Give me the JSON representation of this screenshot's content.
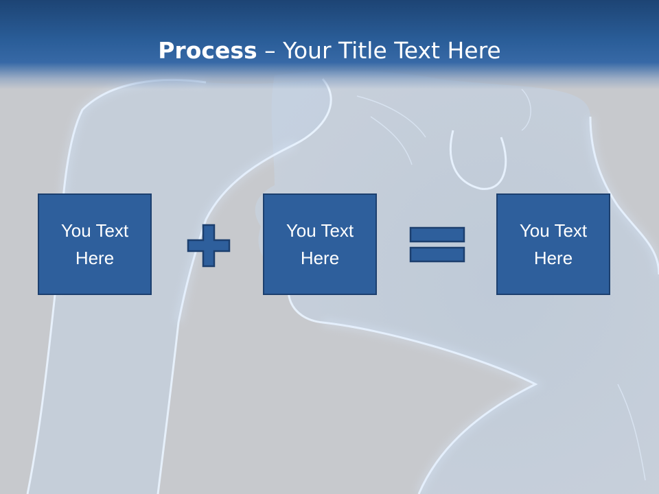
{
  "slide": {
    "title_bold": "Process",
    "title_rest": " – Your Title Text Here",
    "boxes": [
      {
        "text": "You Text Here"
      },
      {
        "text": "You Text Here"
      },
      {
        "text": "You Text Here"
      }
    ],
    "operators": [
      "plus",
      "equals"
    ]
  },
  "colors": {
    "header": "#2a5d98",
    "box_fill": "#2e5f9c",
    "box_border": "#1c3f6e",
    "background": "#c7c9cd",
    "figure_glow": "#cfe6ff"
  }
}
